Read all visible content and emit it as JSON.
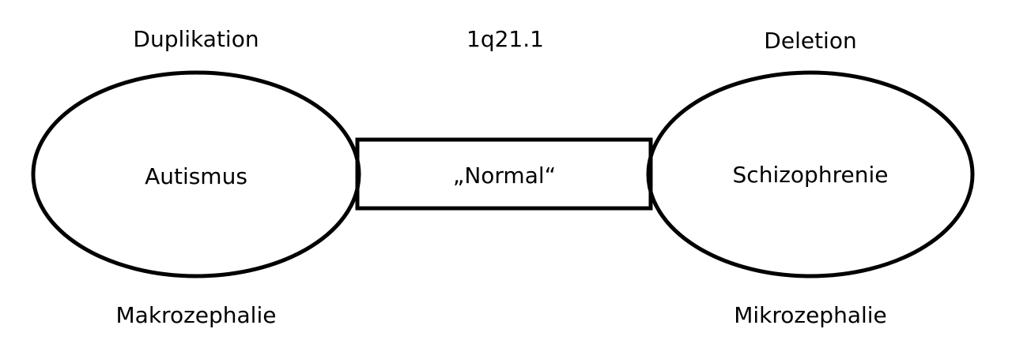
{
  "diagram": {
    "locus": "1q21.1",
    "left": {
      "header": "Duplikation",
      "condition": "Autismus",
      "footer": "Makrozephalie"
    },
    "center": {
      "label": "„Normal“"
    },
    "right": {
      "header": "Deletion",
      "condition": "Schizophrenie",
      "footer": "Mikrozephalie"
    },
    "colors": {
      "stroke": "#000000",
      "fill": "#ffffff",
      "text": "#000000"
    }
  }
}
